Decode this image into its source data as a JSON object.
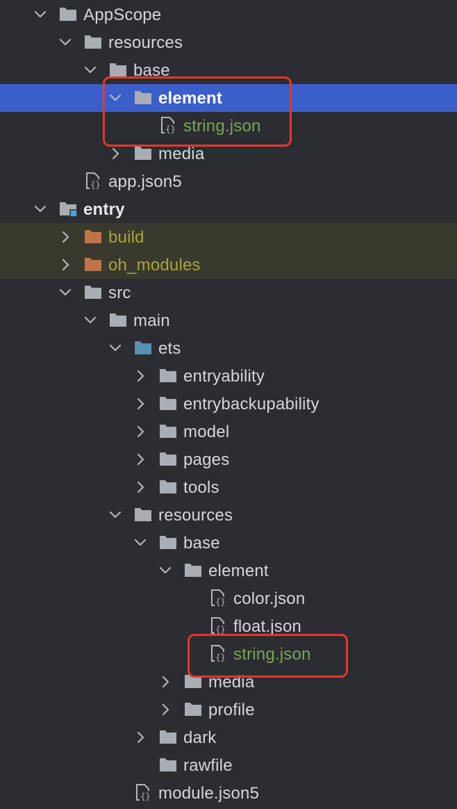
{
  "colors": {
    "background": "#2b2d30",
    "selection": "#3b5fc9",
    "excluded_row": "#393a2d",
    "highlight_box": "#e5372f",
    "modified_file_text": "#7aa55a",
    "excluded_text": "#a8a63a"
  },
  "tree": [
    {
      "label": "AppScope",
      "depth": 0,
      "expanded": true,
      "icon": "folder-icon"
    },
    {
      "label": "resources",
      "depth": 1,
      "expanded": true,
      "icon": "folder-icon"
    },
    {
      "label": "base",
      "depth": 2,
      "expanded": true,
      "icon": "folder-icon"
    },
    {
      "label": "element",
      "depth": 3,
      "expanded": true,
      "icon": "folder-icon",
      "selected": true
    },
    {
      "label": "string.json",
      "depth": 4,
      "icon": "json-file-icon",
      "status": "modified"
    },
    {
      "label": "media",
      "depth": 3,
      "expanded": false,
      "icon": "folder-icon"
    },
    {
      "label": "app.json5",
      "depth": 1,
      "icon": "json-file-icon"
    },
    {
      "label": "entry",
      "depth": 0,
      "expanded": true,
      "icon": "module-folder-icon",
      "bold": true
    },
    {
      "label": "build",
      "depth": 1,
      "expanded": false,
      "icon": "excluded-folder-icon",
      "status": "excluded"
    },
    {
      "label": "oh_modules",
      "depth": 1,
      "expanded": false,
      "icon": "excluded-folder-icon",
      "status": "excluded"
    },
    {
      "label": "src",
      "depth": 1,
      "expanded": true,
      "icon": "folder-icon"
    },
    {
      "label": "main",
      "depth": 2,
      "expanded": true,
      "icon": "folder-icon"
    },
    {
      "label": "ets",
      "depth": 3,
      "expanded": true,
      "icon": "source-folder-icon"
    },
    {
      "label": "entryability",
      "depth": 4,
      "expanded": false,
      "icon": "folder-icon"
    },
    {
      "label": "entrybackupability",
      "depth": 4,
      "expanded": false,
      "icon": "folder-icon"
    },
    {
      "label": "model",
      "depth": 4,
      "expanded": false,
      "icon": "folder-icon"
    },
    {
      "label": "pages",
      "depth": 4,
      "expanded": false,
      "icon": "folder-icon"
    },
    {
      "label": "tools",
      "depth": 4,
      "expanded": false,
      "icon": "folder-icon"
    },
    {
      "label": "resources",
      "depth": 3,
      "expanded": true,
      "icon": "folder-icon"
    },
    {
      "label": "base",
      "depth": 4,
      "expanded": true,
      "icon": "folder-icon"
    },
    {
      "label": "element",
      "depth": 5,
      "expanded": true,
      "icon": "folder-icon"
    },
    {
      "label": "color.json",
      "depth": 6,
      "icon": "json-file-icon"
    },
    {
      "label": "float.json",
      "depth": 6,
      "icon": "json-file-icon"
    },
    {
      "label": "string.json",
      "depth": 6,
      "icon": "json-file-icon",
      "status": "modified"
    },
    {
      "label": "media",
      "depth": 5,
      "expanded": false,
      "icon": "folder-icon"
    },
    {
      "label": "profile",
      "depth": 5,
      "expanded": false,
      "icon": "folder-icon"
    },
    {
      "label": "dark",
      "depth": 4,
      "expanded": false,
      "icon": "folder-icon"
    },
    {
      "label": "rawfile",
      "depth": 4,
      "icon": "folder-icon"
    },
    {
      "label": "module.json5",
      "depth": 3,
      "icon": "json-file-icon"
    }
  ]
}
